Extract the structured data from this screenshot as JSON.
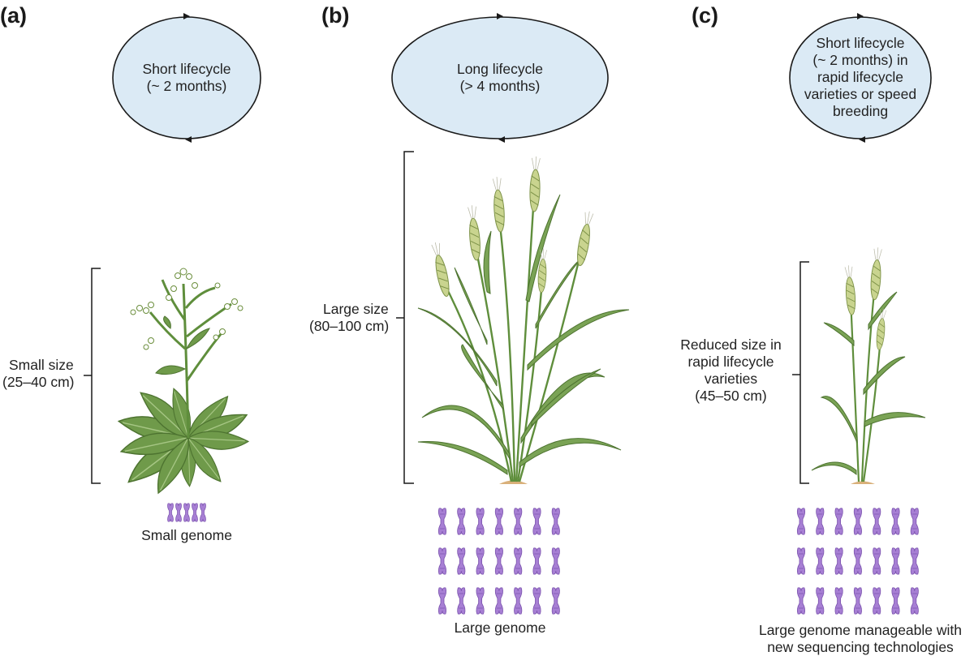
{
  "panels": [
    {
      "letter": "(a)",
      "cycle_lines": [
        "Short lifecycle",
        "(~ 2 months)"
      ],
      "size_lines": [
        "Small size",
        "(25–40 cm)"
      ],
      "genome_lines": [
        "Small genome"
      ],
      "plant": "arabidopsis-icon"
    },
    {
      "letter": "(b)",
      "cycle_lines": [
        "Long lifecycle",
        "(> 4 months)"
      ],
      "size_lines": [
        "Large size",
        "(80–100 cm)"
      ],
      "genome_lines": [
        "Large genome"
      ],
      "plant": "wheat-icon"
    },
    {
      "letter": "(c)",
      "cycle_lines": [
        "Short lifecycle",
        "(~ 2 months) in",
        "rapid lifecycle",
        "varieties or speed",
        "breeding"
      ],
      "size_lines": [
        "Reduced size in",
        "rapid lifecycle",
        "varieties",
        "(45–50 cm)"
      ],
      "genome_lines": [
        "Large genome manageable with",
        "new sequencing technologies"
      ],
      "plant": "wheat-icon"
    }
  ],
  "colors": {
    "ellipse_fill": "#dbeaf5",
    "ellipse_stroke": "#1a1a1a",
    "chromosome": "#a77fd4",
    "leaf": "#6f9a4a",
    "stem": "#5f8e3c",
    "wheat_ear": "#c5d08a",
    "soil": "#d9b07a"
  }
}
